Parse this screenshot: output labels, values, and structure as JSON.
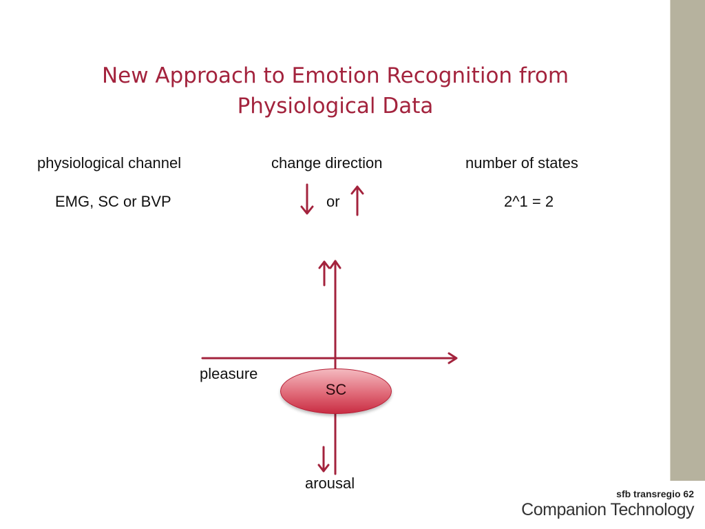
{
  "slide": {
    "title_line1": "New Approach to Emotion Recognition from",
    "title_line2": "Physiological Data",
    "headers": {
      "channel": "physiological channel",
      "direction": "change direction",
      "states": "number of states"
    },
    "values": {
      "channel": "EMG, SC or BVP",
      "or": "or",
      "states": "2^1 = 2"
    }
  },
  "diagram": {
    "x_axis_label": "pleasure",
    "y_axis_label": "arousal",
    "center_label": "SC"
  },
  "branding": {
    "line1": "sfb transregio 62",
    "line2": "Companion Technology"
  },
  "colors": {
    "accent": "#a3233d",
    "sidebar": "#b6b29e"
  }
}
